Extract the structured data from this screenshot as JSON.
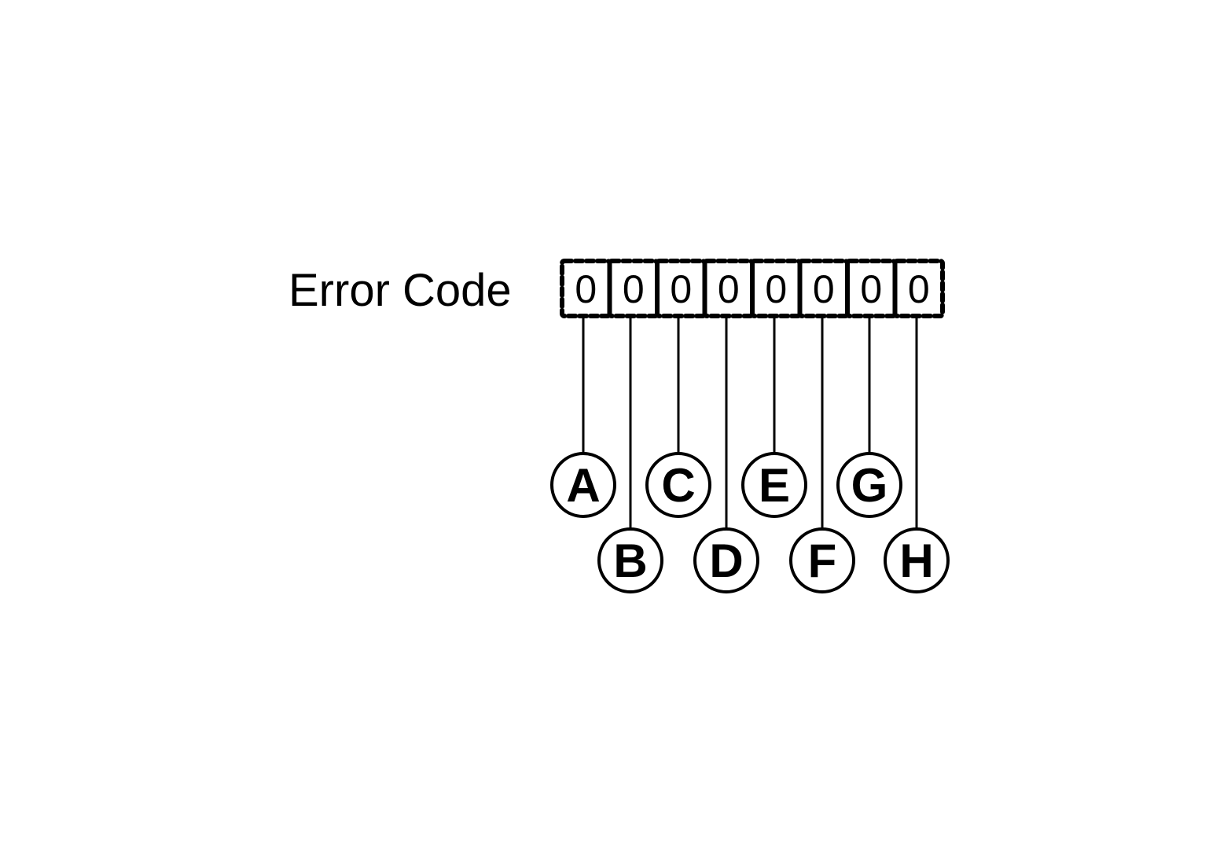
{
  "label": "Error Code",
  "digits": [
    "0",
    "0",
    "0",
    "0",
    "0",
    "0",
    "0",
    "0"
  ],
  "callouts": [
    "A",
    "B",
    "C",
    "D",
    "E",
    "F",
    "G",
    "H"
  ]
}
